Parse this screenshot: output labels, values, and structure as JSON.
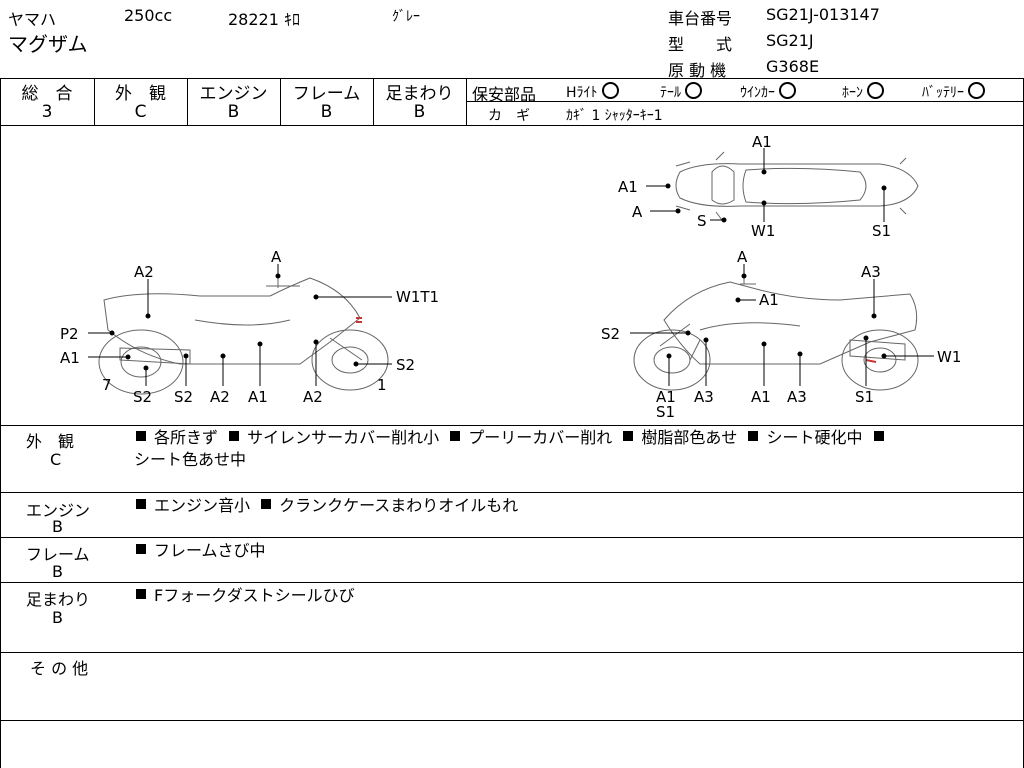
{
  "header": {
    "maker": "ヤマハ",
    "displacement": "250cc",
    "mileage": "28221 ｷﾛ",
    "color": "ｸﾞﾚｰ",
    "model_name": "マグザム",
    "chassis_label": "車台番号",
    "chassis_value": "SG21J-013147",
    "type_label": "型　　式",
    "type_value": "SG21J",
    "engine_label": "原 動 機",
    "engine_value": "G368E"
  },
  "grades": [
    {
      "label": "総　合",
      "value": "3"
    },
    {
      "label": "外　観",
      "value": "C"
    },
    {
      "label": "エンジン",
      "value": "B"
    },
    {
      "label": "フレーム",
      "value": "B"
    },
    {
      "label": "足まわり",
      "value": "B"
    }
  ],
  "safety": {
    "label": "保安部品",
    "items": [
      "Hﾗｲﾄ",
      "ﾃｰﾙ",
      "ｳｲﾝｶｰ",
      "ﾎｰﾝ",
      "ﾊﾞｯﾃﾘｰ"
    ],
    "key_label": "カ　ギ",
    "key_value": "ｶｷﾞ 1  ｼｬｯﾀｰｷｰ1"
  },
  "diagram": {
    "top_labels": [
      "A1",
      "A1",
      "A",
      "S",
      "W1",
      "S1"
    ],
    "left_labels": [
      "A",
      "A2",
      "W1T1",
      "P2",
      "A1",
      "S2",
      "7",
      "1",
      "S2",
      "S2",
      "A2",
      "A1",
      "A2"
    ],
    "right_labels": [
      "A",
      "A3",
      "A1",
      "S2",
      "W1",
      "A1",
      "S1",
      "A3",
      "A1",
      "A3",
      "S1"
    ]
  },
  "sections": [
    {
      "label": "外　観",
      "grade": "C",
      "lines": [
        [
          "各所きず",
          "サイレンサーカバー削れ小",
          "プーリーカバー削れ",
          "樹脂部色あせ",
          "シート硬化中",
          ""
        ],
        [
          "シート色あせ中"
        ]
      ]
    },
    {
      "label": "エンジン",
      "grade": "B",
      "lines": [
        [
          "エンジン音小",
          "クランクケースまわりオイルもれ"
        ]
      ]
    },
    {
      "label": "フレーム",
      "grade": "B",
      "lines": [
        [
          "フレームさび中"
        ]
      ]
    },
    {
      "label": "足まわり",
      "grade": "B",
      "lines": [
        [
          "Fフォークダストシールひび"
        ]
      ]
    },
    {
      "label": "そ の 他",
      "grade": "",
      "lines": []
    }
  ]
}
